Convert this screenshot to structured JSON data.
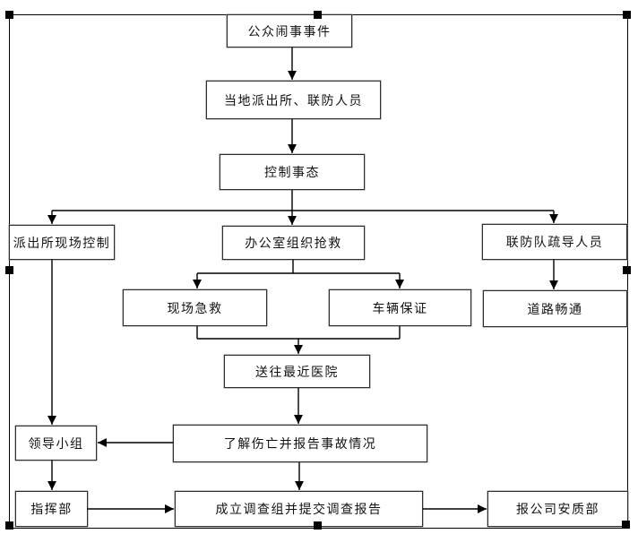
{
  "canvas": {
    "background_color": "#ffffff",
    "border_color": "#000000",
    "node_border_color": "#2e2e2e",
    "node_fill_color": "#ffffff",
    "text_color": "#121212",
    "connector_color": "#000000",
    "selection_handle_color": "#000000"
  },
  "nodes": {
    "event": "公众闹事事件",
    "local_police": "当地派出所、联防人员",
    "control": "控制事态",
    "station_control": "派出所现场控制",
    "office_rescue": "办公室组织抢救",
    "joint_defense": "联防队疏导人员",
    "first_aid": "现场急救",
    "vehicle": "车辆保证",
    "road_clear": "道路畅通",
    "hospital": "送往最近医院",
    "report": "了解伤亡并报告事故情况",
    "leader_group": "领导小组",
    "command": "指挥部",
    "investigation": "成立调查组并提交调查报告",
    "company_report": "报公司安质部"
  }
}
